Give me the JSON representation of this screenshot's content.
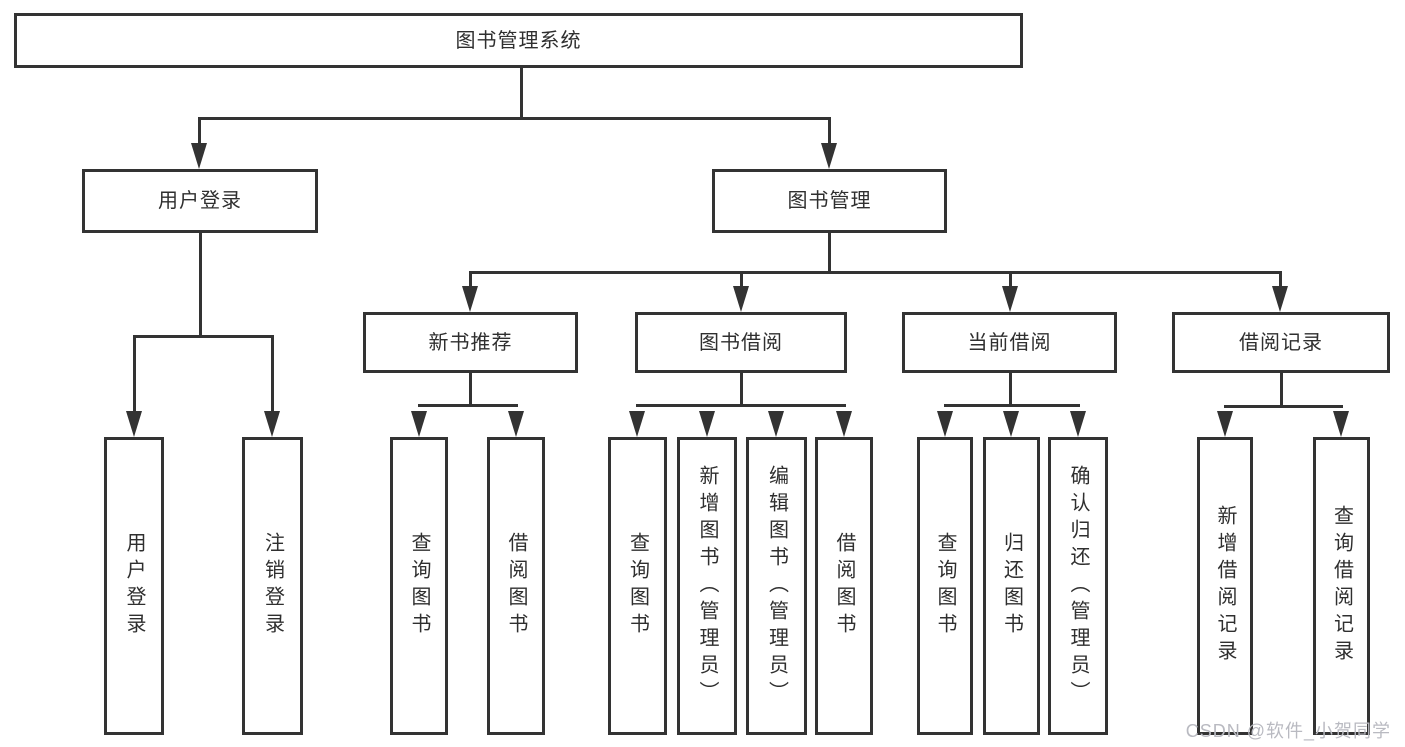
{
  "theme": {
    "background": "#ffffff",
    "line_color": "#333333",
    "text_color": "#2f2f2f",
    "watermark_color": "#b9bac1"
  },
  "watermark": {
    "text": "CSDN @软件_小贺同学"
  },
  "nodes": {
    "root": {
      "label": "图书管理系统"
    },
    "login_module": {
      "label": "用户登录"
    },
    "book_mgmt": {
      "label": "图书管理"
    },
    "new_book": {
      "label": "新书推荐"
    },
    "borrowing": {
      "label": "图书借阅"
    },
    "current": {
      "label": "当前借阅"
    },
    "records": {
      "label": "借阅记录"
    },
    "login": {
      "label": "用户登录"
    },
    "logout": {
      "label": "注销登录"
    },
    "nb_query": {
      "label": "查询图书"
    },
    "nb_borrow": {
      "label": "借阅图书"
    },
    "bb_query": {
      "label": "查询图书"
    },
    "bb_add": {
      "label": "新增图书（管理员）"
    },
    "bb_edit": {
      "label": "编辑图书（管理员）"
    },
    "bb_borrow": {
      "label": "借阅图书"
    },
    "cb_query": {
      "label": "查询图书"
    },
    "cb_return": {
      "label": "归还图书"
    },
    "cb_confirm": {
      "label": "确认归还（管理员）"
    },
    "br_add": {
      "label": "新增借阅记录"
    },
    "br_query": {
      "label": "查询借阅记录"
    }
  },
  "hierarchy": {
    "root": [
      "login_module",
      "book_mgmt"
    ],
    "login_module": [
      "login",
      "logout"
    ],
    "book_mgmt": [
      "new_book",
      "borrowing",
      "current",
      "records"
    ],
    "new_book": [
      "nb_query",
      "nb_borrow"
    ],
    "borrowing": [
      "bb_query",
      "bb_add",
      "bb_edit",
      "bb_borrow"
    ],
    "current": [
      "cb_query",
      "cb_return",
      "cb_confirm"
    ],
    "records": [
      "br_add",
      "br_query"
    ]
  }
}
